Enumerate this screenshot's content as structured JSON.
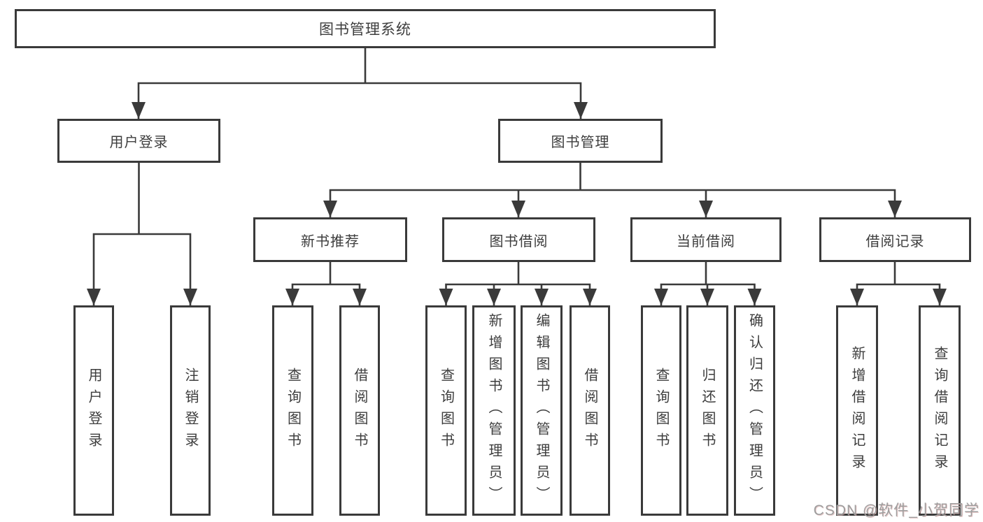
{
  "root": {
    "label": "图书管理系统"
  },
  "branches": [
    {
      "label": "用户登录",
      "children": [
        {
          "label": "用户登录"
        },
        {
          "label": "注销登录"
        }
      ]
    },
    {
      "label": "图书管理",
      "children": [
        {
          "label": "新书推荐",
          "children": [
            {
              "label": "查询图书"
            },
            {
              "label": "借阅图书"
            }
          ]
        },
        {
          "label": "图书借阅",
          "children": [
            {
              "label": "查询图书"
            },
            {
              "label": "新增图书（管理员）"
            },
            {
              "label": "编辑图书（管理员）"
            },
            {
              "label": "借阅图书"
            }
          ]
        },
        {
          "label": "当前借阅",
          "children": [
            {
              "label": "查询图书"
            },
            {
              "label": "归还图书"
            },
            {
              "label": "确认归还（管理员）"
            }
          ]
        },
        {
          "label": "借阅记录",
          "children": [
            {
              "label": "新增借阅记录"
            },
            {
              "label": "查询借阅记录"
            }
          ]
        }
      ]
    }
  ],
  "watermark": {
    "text": "CSDN @软件_小贺同学"
  },
  "colors": {
    "line": "#3a3a3a",
    "text": "#3d3d3d",
    "background": "#ffffff",
    "watermark": "#9e9e9e"
  }
}
